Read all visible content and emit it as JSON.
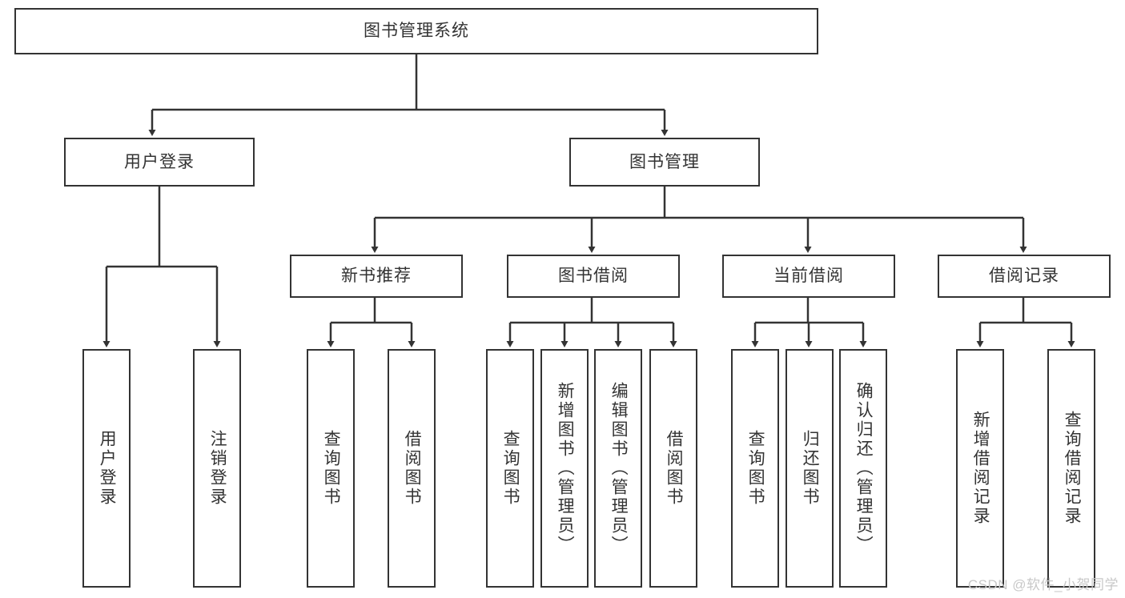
{
  "diagram": {
    "type": "hierarchy-tree",
    "title": "图书管理系统",
    "colors": {
      "background": "#ffffff",
      "box_border": "#333333",
      "box_fill": "#ffffff",
      "text": "#333333",
      "connector": "#333333",
      "watermark": "#c8c8c8"
    },
    "levels": {
      "root": "图书管理系统",
      "level2": [
        "用户登录",
        "图书管理"
      ],
      "level3": [
        "新书推荐",
        "图书借阅",
        "当前借阅",
        "借阅记录"
      ]
    },
    "nodes": {
      "root": {
        "label": "图书管理系统"
      },
      "user_login": {
        "label": "用户登录"
      },
      "book_manage": {
        "label": "图书管理"
      },
      "new_book_rec": {
        "label": "新书推荐"
      },
      "book_borrow": {
        "label": "图书借阅"
      },
      "current_borrow": {
        "label": "当前借阅"
      },
      "borrow_record": {
        "label": "借阅记录"
      },
      "leaf_user_login": {
        "label": "用户登录"
      },
      "leaf_logout": {
        "label": "注销登录"
      },
      "leaf_query_book_1": {
        "label": "查询图书"
      },
      "leaf_borrow_book_1": {
        "label": "借阅图书"
      },
      "leaf_query_book_2": {
        "label": "查询图书"
      },
      "leaf_add_book": {
        "label": "新增图书（管理员）"
      },
      "leaf_edit_book": {
        "label": "编辑图书（管理员）"
      },
      "leaf_borrow_book_2": {
        "label": "借阅图书"
      },
      "leaf_query_book_3": {
        "label": "查询图书"
      },
      "leaf_return_book": {
        "label": "归还图书"
      },
      "leaf_confirm_return": {
        "label": "确认归还（管理员）"
      },
      "leaf_add_record": {
        "label": "新增借阅记录"
      },
      "leaf_query_record": {
        "label": "查询借阅记录"
      }
    },
    "edges": [
      {
        "from": "root",
        "to": "user_login"
      },
      {
        "from": "root",
        "to": "book_manage"
      },
      {
        "from": "user_login",
        "to": "leaf_user_login"
      },
      {
        "from": "user_login",
        "to": "leaf_logout"
      },
      {
        "from": "book_manage",
        "to": "new_book_rec"
      },
      {
        "from": "book_manage",
        "to": "book_borrow"
      },
      {
        "from": "book_manage",
        "to": "current_borrow"
      },
      {
        "from": "book_manage",
        "to": "borrow_record"
      },
      {
        "from": "new_book_rec",
        "to": "leaf_query_book_1"
      },
      {
        "from": "new_book_rec",
        "to": "leaf_borrow_book_1"
      },
      {
        "from": "book_borrow",
        "to": "leaf_query_book_2"
      },
      {
        "from": "book_borrow",
        "to": "leaf_add_book"
      },
      {
        "from": "book_borrow",
        "to": "leaf_edit_book"
      },
      {
        "from": "book_borrow",
        "to": "leaf_borrow_book_2"
      },
      {
        "from": "current_borrow",
        "to": "leaf_query_book_3"
      },
      {
        "from": "current_borrow",
        "to": "leaf_return_book"
      },
      {
        "from": "current_borrow",
        "to": "leaf_confirm_return"
      },
      {
        "from": "borrow_record",
        "to": "leaf_add_record"
      },
      {
        "from": "borrow_record",
        "to": "leaf_query_record"
      }
    ]
  },
  "watermark": {
    "text": "CSDN @软件_小贺同学"
  }
}
